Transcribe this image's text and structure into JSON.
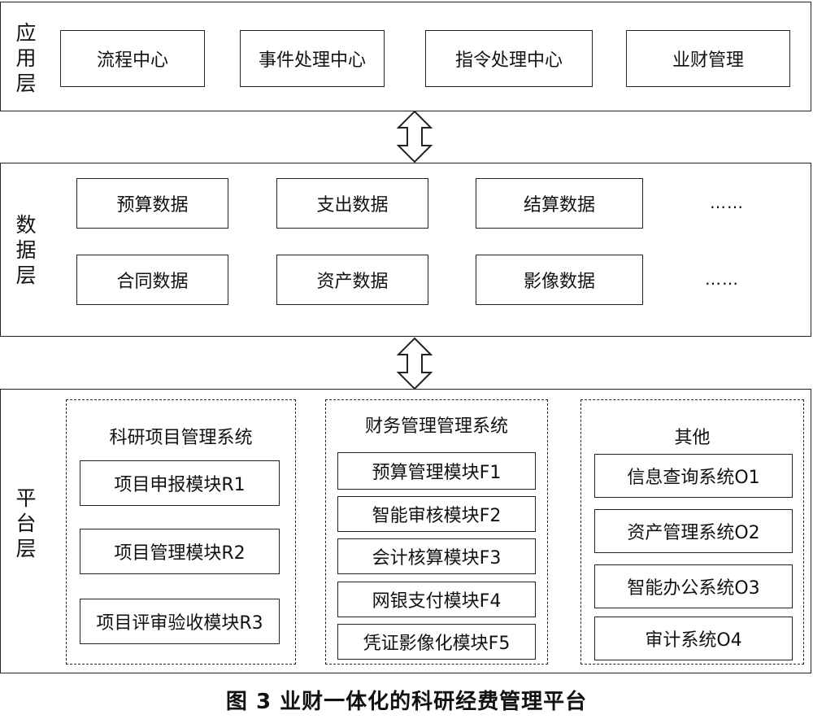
{
  "app_layer": {
    "label": "应用层",
    "items": [
      "流程中心",
      "事件处理中心",
      "指令处理中心",
      "业财管理"
    ]
  },
  "data_layer": {
    "label": "数据层",
    "row1": [
      "预算数据",
      "支出数据",
      "结算数据"
    ],
    "row2": [
      "合同数据",
      "资产数据",
      "影像数据"
    ],
    "ellipsis": "……"
  },
  "platform_layer": {
    "label": "平台层",
    "groups": [
      {
        "title": "科研项目管理系统",
        "items": [
          "项目申报模块R1",
          "项目管理模块R2",
          "项目评审验收模块R3"
        ]
      },
      {
        "title": "财务管理管理系统",
        "items": [
          "预算管理模块F1",
          "智能审核模块F2",
          "会计核算模块F3",
          "网银支付模块F4",
          "凭证影像化模块F5"
        ]
      },
      {
        "title": "其他",
        "items": [
          "信息查询系统O1",
          "资产管理系统O2",
          "智能办公系统O3",
          "审计系统O4"
        ]
      }
    ]
  },
  "caption": "图 3   业财一体化的科研经费管理平台"
}
